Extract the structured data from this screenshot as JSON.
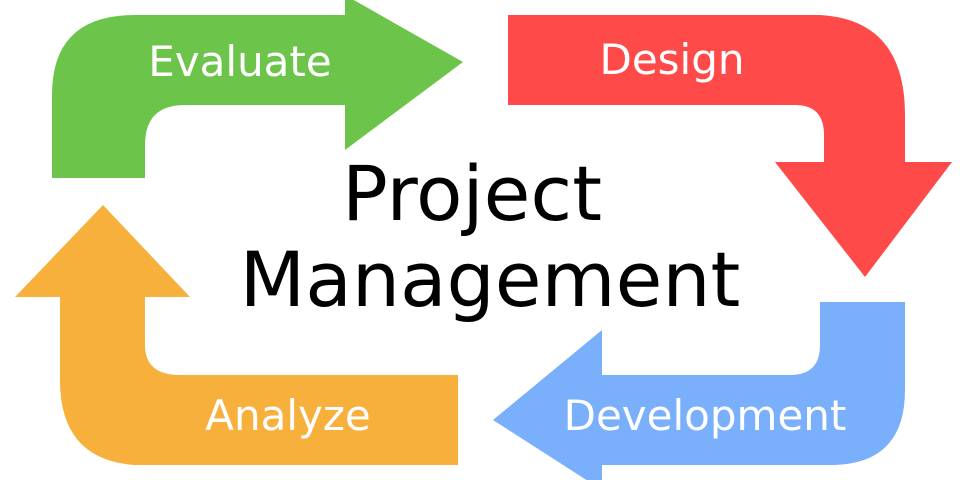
{
  "title": {
    "line1": "Project",
    "line2": "Management"
  },
  "steps": [
    {
      "label": "Evaluate",
      "color": "#6cc54a"
    },
    {
      "label": "Design",
      "color": "#ff4a4a"
    },
    {
      "label": "Development",
      "color": "#7aaffb"
    },
    {
      "label": "Analyze",
      "color": "#f8b03c"
    }
  ]
}
